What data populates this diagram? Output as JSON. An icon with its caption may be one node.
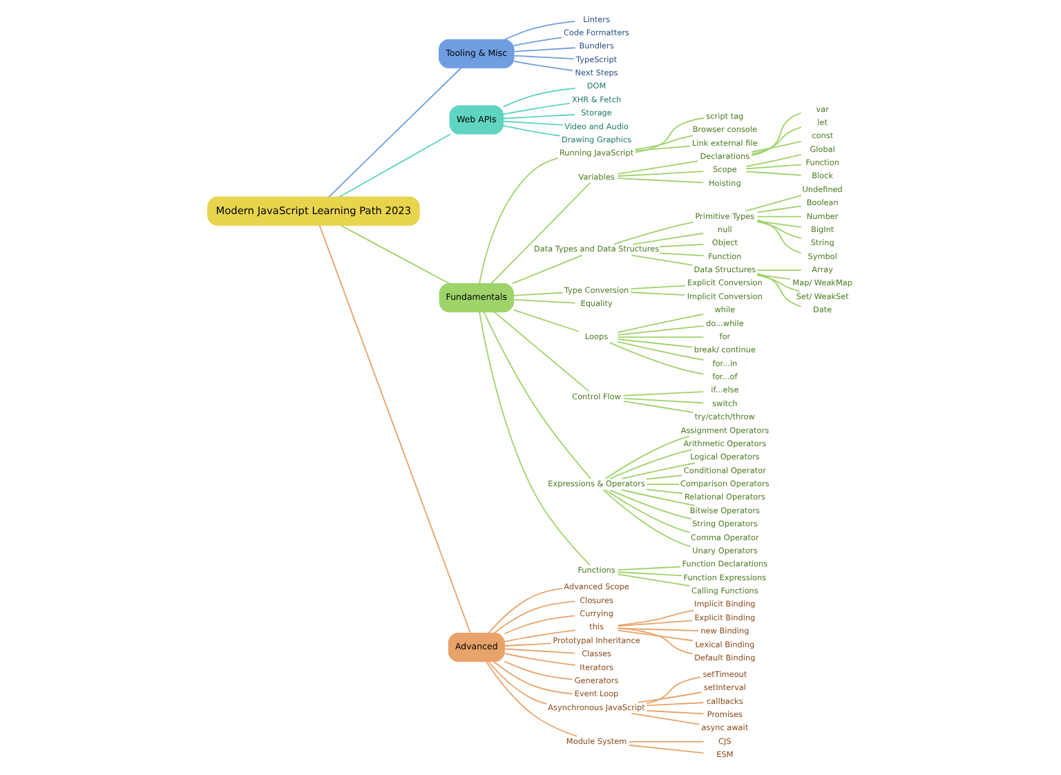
{
  "diagram": {
    "nodes": [
      {
        "text": [
          "Modern JavaScript Learning Path 2023"
        ]
      },
      {
        "text": [
          "Tooling & Misc"
        ]
      },
      {
        "text": [
          "Linters"
        ]
      },
      {
        "text": [
          "Code Formatters"
        ]
      },
      {
        "text": [
          "Bundlers"
        ]
      },
      {
        "text": [
          "TypeScript"
        ]
      },
      {
        "text": [
          "Next Steps"
        ]
      },
      {
        "text": [
          "Web APIs"
        ]
      },
      {
        "text": [
          "DOM"
        ]
      },
      {
        "text": [
          "XHR & Fetch"
        ]
      },
      {
        "text": [
          "Storage"
        ]
      },
      {
        "text": [
          "Video and Audio"
        ]
      },
      {
        "text": [
          "Drawing Graphics"
        ]
      },
      {
        "text": [
          "Fundamentals"
        ]
      },
      {
        "text": [
          "Running JavaScript"
        ]
      },
      {
        "text": [
          "script tag"
        ]
      },
      {
        "text": [
          "Browser console"
        ]
      },
      {
        "text": [
          "Link external file"
        ]
      },
      {
        "text": [
          "Variables"
        ]
      },
      {
        "text": [
          "Declarations"
        ]
      },
      {
        "text": [
          "var"
        ]
      },
      {
        "text": [
          "let"
        ]
      },
      {
        "text": [
          "const"
        ]
      },
      {
        "text": [
          "Scope"
        ]
      },
      {
        "text": [
          "Global"
        ]
      },
      {
        "text": [
          "Function"
        ]
      },
      {
        "text": [
          "Block"
        ]
      },
      {
        "text": [
          "Hoisting"
        ]
      },
      {
        "text": [
          "Data Types and Data Structures"
        ]
      },
      {
        "text": [
          "Primitive Types"
        ]
      },
      {
        "text": [
          "Undefined"
        ]
      },
      {
        "text": [
          "Boolean"
        ]
      },
      {
        "text": [
          "Number"
        ]
      },
      {
        "text": [
          "BigInt"
        ]
      },
      {
        "text": [
          "String"
        ]
      },
      {
        "text": [
          "Symbol"
        ]
      },
      {
        "text": [
          "null"
        ]
      },
      {
        "text": [
          "Object"
        ]
      },
      {
        "text": [
          "Function"
        ]
      },
      {
        "text": [
          "Data Structures"
        ]
      },
      {
        "text": [
          "Array"
        ]
      },
      {
        "text": [
          "Map/ WeakMap"
        ]
      },
      {
        "text": [
          "Set/ WeakSet"
        ]
      },
      {
        "text": [
          "Date"
        ]
      },
      {
        "text": [
          "Type Conversion"
        ]
      },
      {
        "text": [
          "Explicit Conversion"
        ]
      },
      {
        "text": [
          "Implicit Conversion"
        ]
      },
      {
        "text": [
          "Equality"
        ]
      },
      {
        "text": [
          "Loops"
        ]
      },
      {
        "text": [
          "while"
        ]
      },
      {
        "text": [
          "do...while"
        ]
      },
      {
        "text": [
          "for"
        ]
      },
      {
        "text": [
          "break/ continue"
        ]
      },
      {
        "text": [
          "for...in"
        ]
      },
      {
        "text": [
          "for...of"
        ]
      },
      {
        "text": [
          "Control Flow"
        ]
      },
      {
        "text": [
          "if...else"
        ]
      },
      {
        "text": [
          "switch"
        ]
      },
      {
        "text": [
          "try/catch/throw"
        ]
      },
      {
        "text": [
          "Expressions & Operators"
        ]
      },
      {
        "text": [
          "Assignment Operators"
        ]
      },
      {
        "text": [
          "Arithmetic Operators"
        ]
      },
      {
        "text": [
          "Logical Operators"
        ]
      },
      {
        "text": [
          "Conditional Operator"
        ]
      },
      {
        "text": [
          "Comparison Operators"
        ]
      },
      {
        "text": [
          "Relational Operators"
        ]
      },
      {
        "text": [
          "Bitwise Operators"
        ]
      },
      {
        "text": [
          "String Operators"
        ]
      },
      {
        "text": [
          "Comma Operator"
        ]
      },
      {
        "text": [
          "Unary Operators"
        ]
      },
      {
        "text": [
          "Functions"
        ]
      },
      {
        "text": [
          "Function Declarations"
        ]
      },
      {
        "text": [
          "Function Expressions"
        ]
      },
      {
        "text": [
          "Calling Functions"
        ]
      },
      {
        "text": [
          "Advanced"
        ]
      },
      {
        "text": [
          "Advanced Scope"
        ]
      },
      {
        "text": [
          "Closures"
        ]
      },
      {
        "text": [
          "Currying"
        ]
      },
      {
        "text": [
          "this"
        ]
      },
      {
        "text": [
          "Implicit Binding"
        ]
      },
      {
        "text": [
          "Explicit Binding"
        ]
      },
      {
        "text": [
          "new Binding"
        ]
      },
      {
        "text": [
          "Lexical Binding"
        ]
      },
      {
        "text": [
          "Default Binding"
        ]
      },
      {
        "text": [
          "Prototypal Inheritance"
        ]
      },
      {
        "text": [
          "Classes"
        ]
      },
      {
        "text": [
          "Iterators"
        ]
      },
      {
        "text": [
          "Generators"
        ]
      },
      {
        "text": [
          "Event Loop"
        ]
      },
      {
        "text": [
          "Asynchronous JavaScript"
        ]
      },
      {
        "text": [
          "setTimeout"
        ]
      },
      {
        "text": [
          "setInterval"
        ]
      },
      {
        "text": [
          "callbacks"
        ]
      },
      {
        "text": [
          "Promises"
        ]
      },
      {
        "text": [
          "async await"
        ]
      },
      {
        "text": [
          "Module System"
        ]
      },
      {
        "text": [
          "CJS"
        ]
      },
      {
        "text": [
          "ESM"
        ]
      }
    ],
    "edges": [
      {
        "from": 0,
        "to": 1,
        "arrow": "none",
        "color": "#6f9ee0"
      },
      {
        "from": 1,
        "to": 2,
        "arrow": "none",
        "color": "#6f9ee0"
      },
      {
        "from": 1,
        "to": 3,
        "arrow": "none",
        "color": "#6f9ee0"
      },
      {
        "from": 1,
        "to": 4,
        "arrow": "none",
        "color": "#6f9ee0"
      },
      {
        "from": 1,
        "to": 5,
        "arrow": "none",
        "color": "#6f9ee0"
      },
      {
        "from": 1,
        "to": 6,
        "arrow": "none",
        "color": "#6f9ee0"
      },
      {
        "from": 0,
        "to": 7,
        "arrow": "none",
        "color": "#5fd4c0"
      },
      {
        "from": 7,
        "to": 8,
        "arrow": "none",
        "color": "#5fd4c0"
      },
      {
        "from": 7,
        "to": 9,
        "arrow": "none",
        "color": "#5fd4c0"
      },
      {
        "from": 7,
        "to": 10,
        "arrow": "none",
        "color": "#5fd4c0"
      },
      {
        "from": 7,
        "to": 11,
        "arrow": "none",
        "color": "#5fd4c0"
      },
      {
        "from": 7,
        "to": 12,
        "arrow": "none",
        "color": "#5fd4c0"
      },
      {
        "from": 0,
        "to": 13,
        "arrow": "none"
      },
      {
        "from": 13,
        "to": 14,
        "arrow": "none"
      },
      {
        "from": 14,
        "to": 15,
        "arrow": "none"
      },
      {
        "from": 14,
        "to": 16,
        "arrow": "none"
      },
      {
        "from": 14,
        "to": 17,
        "arrow": "none"
      },
      {
        "from": 13,
        "to": 18,
        "arrow": "none"
      },
      {
        "from": 18,
        "to": 19,
        "arrow": "none"
      },
      {
        "from": 19,
        "to": 20,
        "arrow": "none"
      },
      {
        "from": 19,
        "to": 21,
        "arrow": "none"
      },
      {
        "from": 19,
        "to": 22,
        "arrow": "none"
      },
      {
        "from": 18,
        "to": 23,
        "arrow": "none"
      },
      {
        "from": 23,
        "to": 24,
        "arrow": "none"
      },
      {
        "from": 23,
        "to": 25,
        "arrow": "none"
      },
      {
        "from": 23,
        "to": 26,
        "arrow": "none"
      },
      {
        "from": 18,
        "to": 27,
        "arrow": "none"
      },
      {
        "from": 13,
        "to": 28,
        "arrow": "none"
      },
      {
        "from": 28,
        "to": 29,
        "arrow": "none"
      },
      {
        "from": 29,
        "to": 30,
        "arrow": "none"
      },
      {
        "from": 29,
        "to": 31,
        "arrow": "none"
      },
      {
        "from": 29,
        "to": 32,
        "arrow": "none"
      },
      {
        "from": 29,
        "to": 33,
        "arrow": "none"
      },
      {
        "from": 29,
        "to": 34,
        "arrow": "none"
      },
      {
        "from": 29,
        "to": 35,
        "arrow": "none"
      },
      {
        "from": 28,
        "to": 36,
        "arrow": "none"
      },
      {
        "from": 28,
        "to": 37,
        "arrow": "none"
      },
      {
        "from": 28,
        "to": 38,
        "arrow": "none"
      },
      {
        "from": 28,
        "to": 39,
        "arrow": "none"
      },
      {
        "from": 39,
        "to": 40,
        "arrow": "none"
      },
      {
        "from": 39,
        "to": 41,
        "arrow": "none"
      },
      {
        "from": 39,
        "to": 42,
        "arrow": "none"
      },
      {
        "from": 39,
        "to": 43,
        "arrow": "none"
      },
      {
        "from": 13,
        "to": 44,
        "arrow": "none"
      },
      {
        "from": 44,
        "to": 45,
        "arrow": "none"
      },
      {
        "from": 44,
        "to": 46,
        "arrow": "none"
      },
      {
        "from": 13,
        "to": 47,
        "arrow": "none"
      },
      {
        "from": 13,
        "to": 48,
        "arrow": "none"
      },
      {
        "from": 48,
        "to": 49,
        "arrow": "none"
      },
      {
        "from": 48,
        "to": 50,
        "arrow": "none"
      },
      {
        "from": 48,
        "to": 51,
        "arrow": "none"
      },
      {
        "from": 48,
        "to": 52,
        "arrow": "none"
      },
      {
        "from": 48,
        "to": 53,
        "arrow": "none"
      },
      {
        "from": 48,
        "to": 54,
        "arrow": "none"
      },
      {
        "from": 13,
        "to": 55,
        "arrow": "none"
      },
      {
        "from": 55,
        "to": 56,
        "arrow": "none"
      },
      {
        "from": 55,
        "to": 57,
        "arrow": "none"
      },
      {
        "from": 55,
        "to": 58,
        "arrow": "none"
      },
      {
        "from": 13,
        "to": 59,
        "arrow": "none"
      },
      {
        "from": 59,
        "to": 60,
        "arrow": "none"
      },
      {
        "from": 59,
        "to": 61,
        "arrow": "none"
      },
      {
        "from": 59,
        "to": 62,
        "arrow": "none"
      },
      {
        "from": 59,
        "to": 63,
        "arrow": "none"
      },
      {
        "from": 59,
        "to": 64,
        "arrow": "none"
      },
      {
        "from": 59,
        "to": 65,
        "arrow": "none"
      },
      {
        "from": 59,
        "to": 66,
        "arrow": "none"
      },
      {
        "from": 59,
        "to": 67,
        "arrow": "none"
      },
      {
        "from": 59,
        "to": 68,
        "arrow": "none"
      },
      {
        "from": 59,
        "to": 69,
        "arrow": "none"
      },
      {
        "from": 13,
        "to": 70,
        "arrow": "none"
      },
      {
        "from": 70,
        "to": 71,
        "arrow": "none"
      },
      {
        "from": 70,
        "to": 72,
        "arrow": "none"
      },
      {
        "from": 70,
        "to": 73,
        "arrow": "none"
      },
      {
        "from": 0,
        "to": 74,
        "arrow": "none",
        "color": "#e8a36a"
      },
      {
        "from": 74,
        "to": 75,
        "arrow": "none",
        "color": "#e8a36a"
      },
      {
        "from": 74,
        "to": 76,
        "arrow": "none",
        "color": "#e8a36a"
      },
      {
        "from": 74,
        "to": 77,
        "arrow": "none",
        "color": "#e8a36a"
      },
      {
        "from": 74,
        "to": 78,
        "arrow": "none",
        "color": "#e8a36a"
      },
      {
        "from": 78,
        "to": 79,
        "arrow": "none",
        "color": "#e8a36a"
      },
      {
        "from": 78,
        "to": 80,
        "arrow": "none",
        "color": "#e8a36a"
      },
      {
        "from": 78,
        "to": 81,
        "arrow": "none",
        "color": "#e8a36a"
      },
      {
        "from": 78,
        "to": 82,
        "arrow": "none",
        "color": "#e8a36a"
      },
      {
        "from": 78,
        "to": 83,
        "arrow": "none",
        "color": "#e8a36a"
      },
      {
        "from": 74,
        "to": 84,
        "arrow": "none",
        "color": "#e8a36a"
      },
      {
        "from": 74,
        "to": 85,
        "arrow": "none",
        "color": "#e8a36a"
      },
      {
        "from": 74,
        "to": 86,
        "arrow": "none",
        "color": "#e8a36a"
      },
      {
        "from": 74,
        "to": 87,
        "arrow": "none",
        "color": "#e8a36a"
      },
      {
        "from": 74,
        "to": 88,
        "arrow": "none",
        "color": "#e8a36a"
      },
      {
        "from": 74,
        "to": 89,
        "arrow": "none",
        "color": "#e8a36a"
      },
      {
        "from": 89,
        "to": 90,
        "arrow": "none",
        "color": "#e8a36a"
      },
      {
        "from": 89,
        "to": 91,
        "arrow": "none",
        "color": "#e8a36a"
      },
      {
        "from": 89,
        "to": 92,
        "arrow": "none",
        "color": "#e8a36a"
      },
      {
        "from": 89,
        "to": 93,
        "arrow": "none",
        "color": "#e8a36a"
      },
      {
        "from": 89,
        "to": 94,
        "arrow": "none",
        "color": "#e8a36a"
      },
      {
        "from": 74,
        "to": 95,
        "arrow": "none",
        "color": "#e8a36a"
      },
      {
        "from": 95,
        "to": 96,
        "arrow": "none",
        "color": "#e8a36a"
      },
      {
        "from": 95,
        "to": 97,
        "arrow": "none",
        "color": "#e8a36a"
      }
    ]
  }
}
